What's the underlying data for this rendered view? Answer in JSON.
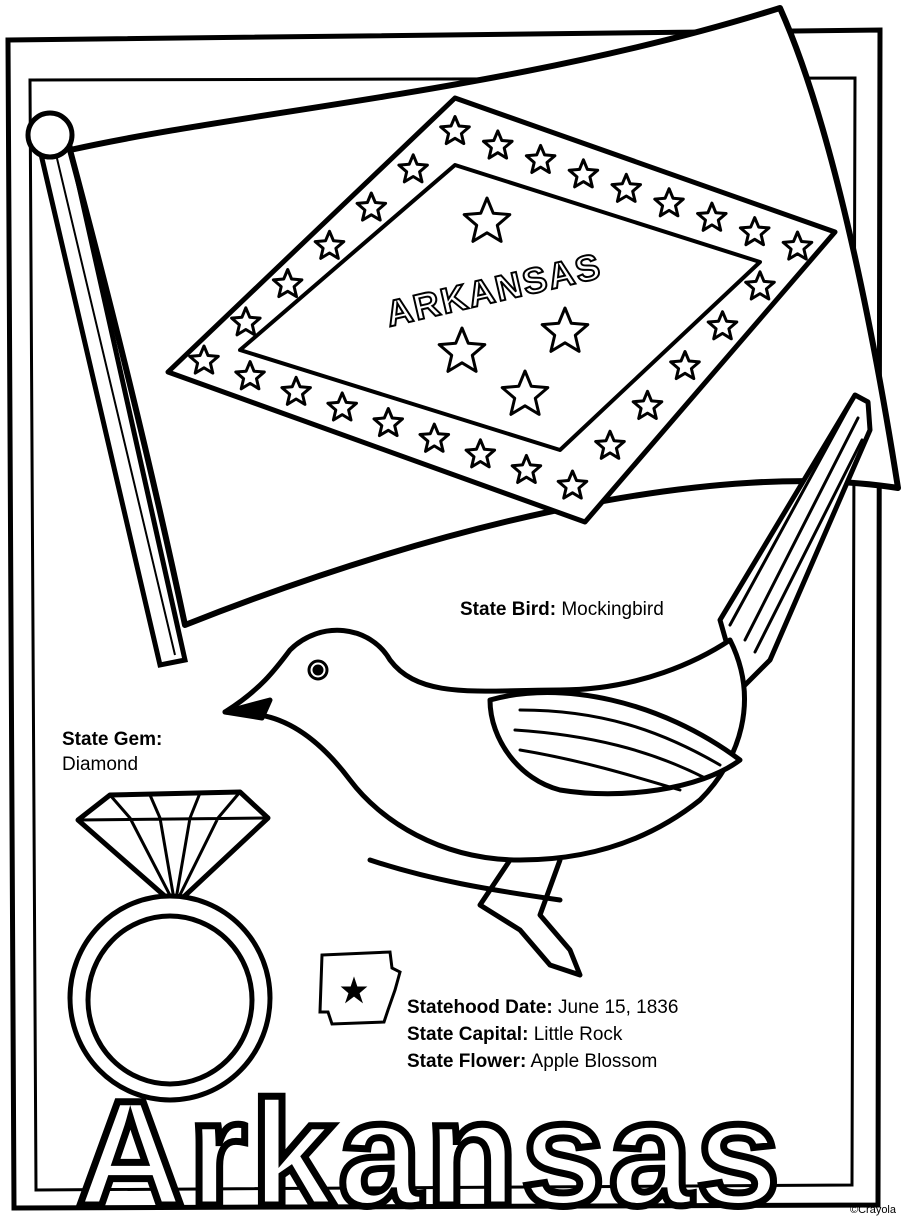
{
  "flag": {
    "name": "ARKANSAS"
  },
  "facts": {
    "bird": {
      "label": "State Bird:",
      "value": "Mockingbird"
    },
    "gem": {
      "label": "State Gem:",
      "value": "Diamond"
    },
    "statehood": {
      "label": "Statehood Date:",
      "value": "June 15, 1836"
    },
    "capital": {
      "label": "State Capital:",
      "value": "Little Rock"
    },
    "flower": {
      "label": "State Flower:",
      "value": "Apple Blossom"
    }
  },
  "title": "Arkansas",
  "credit": "©Crayola"
}
